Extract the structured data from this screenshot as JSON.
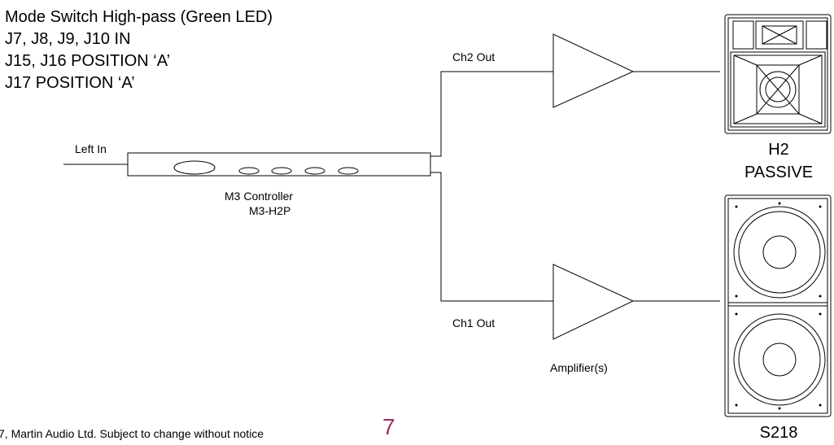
{
  "setup_notes": [
    "Mode Switch High-pass (Green LED)",
    "J7, J8, J9, J10 IN",
    "J15, J16 POSITION ‘A’",
    "J17 POSITION ‘A’"
  ],
  "input_label": "Left In",
  "controller": {
    "line1": "M3 Controller",
    "line2": "M3-H2P"
  },
  "outputs": {
    "ch2": "Ch2 Out",
    "ch1": "Ch1 Out"
  },
  "amplifier_label": "Amplifier(s)",
  "speakers": {
    "top": {
      "line1": "H2",
      "line2": "PASSIVE"
    },
    "bottom": {
      "line1": "S218"
    }
  },
  "footer": "7, Martin Audio Ltd. Subject to change without notice",
  "page_number": "7",
  "colors": {
    "page_number": "#993366",
    "line": "#000000"
  }
}
